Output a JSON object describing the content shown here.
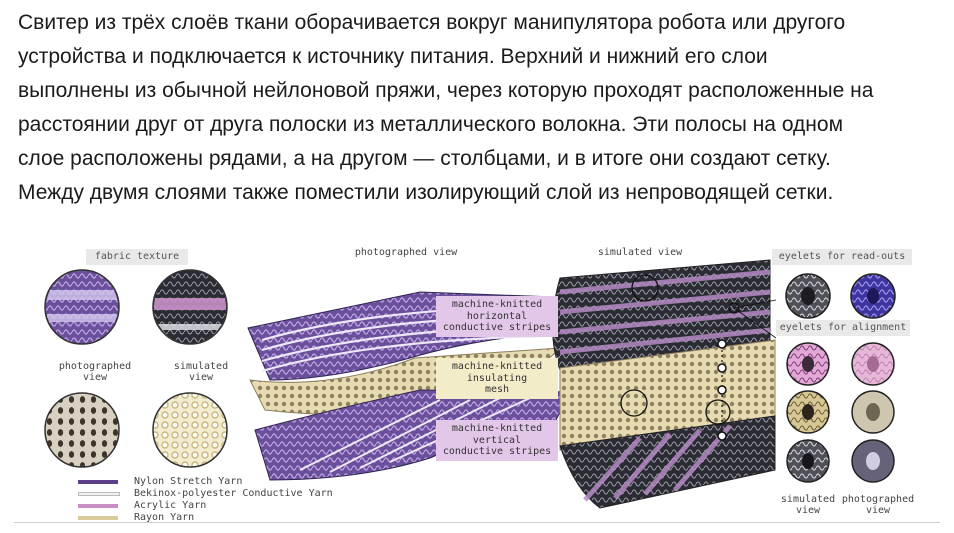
{
  "article": {
    "lines": [
      "Свитер из трёх слоёв ткани оборачивается вокруг манипулятора робота или другого",
      "устройства и подключается к источнику питания. Верхний и нижний его слои",
      "выполнены из обычной нейлоновой пряжи, через которую проходят расположенные на",
      "расстоянии друг от друга полоски из металлического волокна. Эти полосы на одном",
      "слое расположены рядами, а на другом — столбцами, и в итоге они создают сетку.",
      "Между двумя слоями также поместили изолирующий слой из непроводящей сетки."
    ]
  },
  "figure": {
    "fabric_texture_label": "fabric texture",
    "photographed_view_top": "photographed view",
    "simulated_view_top": "simulated view",
    "eyelets_readouts_label": "eyelets for read-outs",
    "eyelets_alignment_label": "eyelets for alignment",
    "left_photo_caption": [
      "photographed",
      "view"
    ],
    "left_sim_caption": [
      "simulated",
      "view"
    ],
    "right_sim_caption": [
      "simulated",
      "view"
    ],
    "right_photo_caption": [
      "photographed",
      "view"
    ],
    "callout_top": [
      "machine-knitted",
      "horizontal",
      "conductive stripes"
    ],
    "callout_mid": [
      "machine-knitted",
      "insulating",
      "mesh"
    ],
    "callout_bottom": [
      "machine-knitted",
      "vertical",
      "conductive stripes"
    ],
    "legend": [
      {
        "label": "Nylon Stretch Yarn",
        "color": "#5b3f8c"
      },
      {
        "label": "Bekinox-polyester Conductive Yarn",
        "color": "#f2f2f2"
      },
      {
        "label": "Acrylic Yarn",
        "color": "#c98fc4"
      },
      {
        "label": "Rayon Yarn",
        "color": "#d9cc9a"
      }
    ]
  },
  "colors": {
    "nylon": "#4e3a7e",
    "stripe": "#e8e4ef",
    "mesh": "#d8c896",
    "callout_bg": "#e3c7e8",
    "callout_mid_bg": "#f3ecc9",
    "tag_bg": "#e9e9e9"
  }
}
